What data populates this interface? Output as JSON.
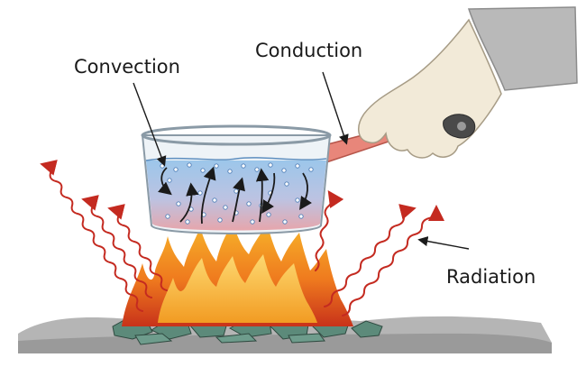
{
  "labels": {
    "convection": "Convection",
    "conduction": "Conduction",
    "radiation": "Radiation"
  },
  "colors": {
    "water_top": "#9cc6ea",
    "water_bottom": "#e6a6ac",
    "handle": "#e8867a",
    "radiation_arrow": "#c42a20",
    "flame_outer": "#e8601c",
    "flame_inner": "#fbd24a",
    "ground": "#b3b3b3",
    "coals": "#5c8a7a",
    "glove": "#f2ead8",
    "sleeve": "#b8b8b8"
  }
}
